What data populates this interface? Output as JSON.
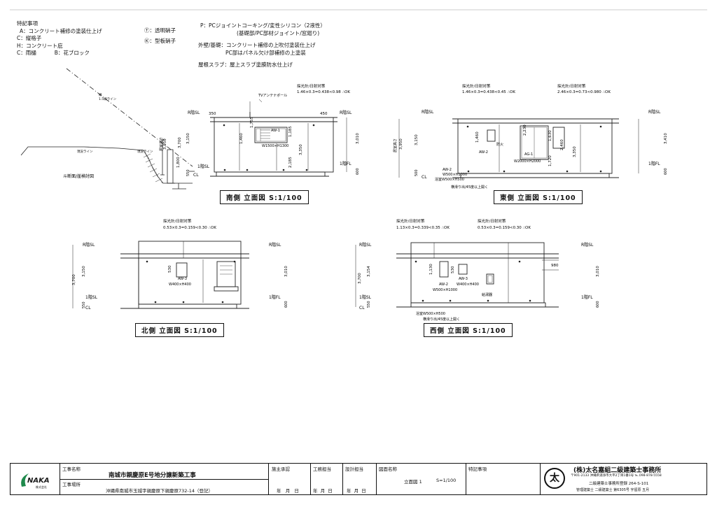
{
  "notes_left": {
    "title": "特記事項",
    "lines": [
      "A：コンクリート補修の塗装仕上げ",
      "C：縦格子",
      "H：コンクリート庇",
      "C：雨樋"
    ],
    "hana": "B：花ブロック",
    "t_glass": "Ⓣ：透明硝子",
    "k_glass": "Ⓚ：型板硝子"
  },
  "notes_right": {
    "p1": "P：PCジョイントコーキング/変性シリコン（2液性）",
    "p2": "(基礎部/PC部材ジョイント/窓廻り)",
    "w1": "外壁/基礎：コンクリート補修の上吹付塗装仕上げ",
    "w2": "PC部はパネル欠け部補修の上塗装",
    "r1": "屋根スラブ：屋上スラブ塗膜防水仕上げ"
  },
  "section": {
    "line1": "線",
    "line2": "1.5線ライン",
    "ground1": "現況ライン",
    "ground2": "現況ライン",
    "caption": "斗断面/崖検討図",
    "h_title": "居室高さ",
    "h1": "3,950",
    "h2": "3,700",
    "h3": "3,150",
    "h4": "1,800",
    "h5": "550",
    "sl": "1階SL",
    "cl": "CL"
  },
  "south": {
    "antenna": "TVアンテナポール",
    "calc_t": "採光計/日射対策",
    "calc": "1.46×0.3=0.438<0.98  ∴OK",
    "d350": "350",
    "d450": "450",
    "aw": "AW-1",
    "aw_size": "W1500×H1300",
    "d1460": "1,460",
    "d1755": "1,755",
    "d1185": "1,185",
    "d3350": "3,350",
    "d2185": "2,185",
    "d3010": "3,010",
    "d600": "600",
    "rsl": "R階SL",
    "fl": "1階FL",
    "title": "南側 立面図 S:1/100"
  },
  "east": {
    "calc1_t": "採光計/日射対策",
    "calc1": "1.46×0.3=0.438<0.45  ∴OK",
    "calc2_t": "採光計/日射対策",
    "calc2": "2.46×0.3=0.73<0.980  ∴OK",
    "h_title": "居室高さ",
    "h1": "3,950",
    "h2": "3,150",
    "d1460": "1,460",
    "d2230": "2,230",
    "d1630": "1,630",
    "d2460": "2,460",
    "d1720": "1,720",
    "d3350": "3,350",
    "d3410": "3,410",
    "d500": "500",
    "d600": "600",
    "aw2": "AW-2",
    "ag1": "AG-1",
    "ag1_size": "W2000×H2000",
    "fire": "防火",
    "aw2b": "AW-2",
    "aw2b_size": "W500×H1000",
    "bath": "浴室W500×H500",
    "bath_note": "横滑り出/45度以上開く",
    "rsl": "R階SL",
    "fl": "1階FL",
    "cl": "CL",
    "title": "東側 立面図 S:1/100"
  },
  "north": {
    "calc_t": "採光計/日射対策",
    "calc": "0.53×0.3=0.159<0.30  ∴OK",
    "d3700": "3,700",
    "d3150": "3,150",
    "d530": "530",
    "d550": "550",
    "d3010": "3,010",
    "d600": "600",
    "aw3": "AW-3",
    "aw3_size": "W400×H400",
    "rsl1": "R階SL",
    "rsl2": "R階SL",
    "sl": "1階SL",
    "fl": "1階FL",
    "cl": "CL",
    "title": "北側 立面図 S:1/100"
  },
  "west": {
    "calc1_t": "採光計/日射対策",
    "calc1": "1.13×0.3=0.339<0.35  ∴OK",
    "calc2_t": "採光計/日射対策",
    "calc2": "0.53×0.3=0.159<0.30  ∴OK",
    "d3700": "3,700",
    "d3154": "3,154",
    "d1130": "1,130",
    "d530": "530",
    "d550": "550",
    "d3010": "3,010",
    "d980": "980",
    "d600": "600",
    "aw2": "AW-2",
    "aw2_size": "W500×H1000",
    "aw3": "AW-3",
    "aw3_size": "W400×H400",
    "meter": "給湯器",
    "bath": "浴室W500×H500",
    "bath_note": "横滑り出/45度以上開く",
    "rsl1": "R階SL",
    "rsl2": "R階SL",
    "sl": "1階SL",
    "fl": "1階FL",
    "cl": "CL",
    "title": "西側 立面図 S:1/100"
  },
  "title_block": {
    "logo_text": "NAKA",
    "logo_sub": "株式会社",
    "work_name_label": "工事名称",
    "work_name": "南城市親慶原E号地分譲新築工事",
    "work_place_label": "工事場所",
    "work_place": "沖縄県南城市玉城字親慶原下親慶原732-14（登記）",
    "owner_label": "施主承認",
    "eng_label": "工務担当",
    "design_label": "設計担当",
    "date_y": "年",
    "date_m": "月",
    "date_d": "日",
    "drawing_label": "図面名称",
    "drawing_name": "立面図 1",
    "scale": "S=1/100",
    "special_label": "特記事項",
    "firm_mark": "太",
    "firm": "(株)太名嘉組二級建築士事務所",
    "firm_addr": "〒901-2133 沖縄県浦添市大平2丁目1番1号  ℡.098-878-5558",
    "firm_reg": "二級建築士事務所登録  264-S-101",
    "firm_arch": "管理建築士  二級建築士  第6305号  宇留原  五月"
  }
}
